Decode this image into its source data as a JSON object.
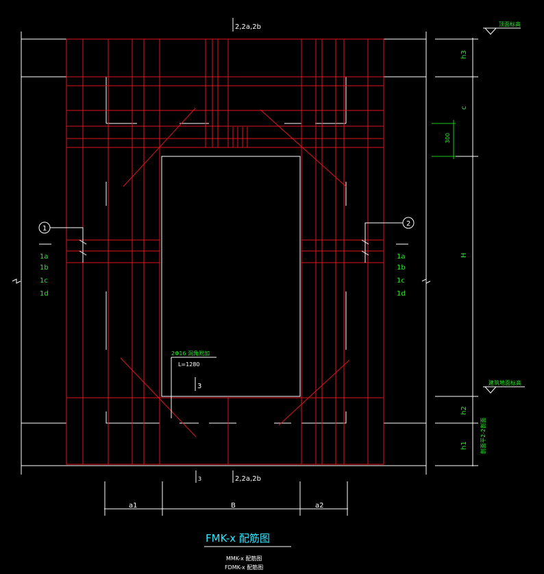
{
  "dims": {
    "top_section": "2,2a,2b",
    "bottom_section_left": "3",
    "bottom_section_right": "2,2a,2b",
    "mid_section": "3",
    "a1": "a1",
    "B": "B",
    "a2": "a2",
    "h3": "h3",
    "c": "c",
    "H": "H",
    "h2": "h2",
    "h1": "h1",
    "dim_300": "300"
  },
  "labels": {
    "top_level": "顶面标高",
    "floor_level": "建筑地面标高",
    "ref_2_2": "剖面平2-2剖面",
    "left_callout": "1",
    "right_callout": "2",
    "left_items": [
      "1a",
      "1b",
      "1c",
      "1d"
    ],
    "right_items": [
      "1a",
      "1b",
      "1c",
      "1d"
    ],
    "bar_spec": "2Φ16  洞角附加",
    "bar_length": "L=1280"
  },
  "titles": {
    "main": "FMK-x 配筋图",
    "sub1": "MMK-x 配筋图",
    "sub2": "FDMK-x 配筋图"
  }
}
